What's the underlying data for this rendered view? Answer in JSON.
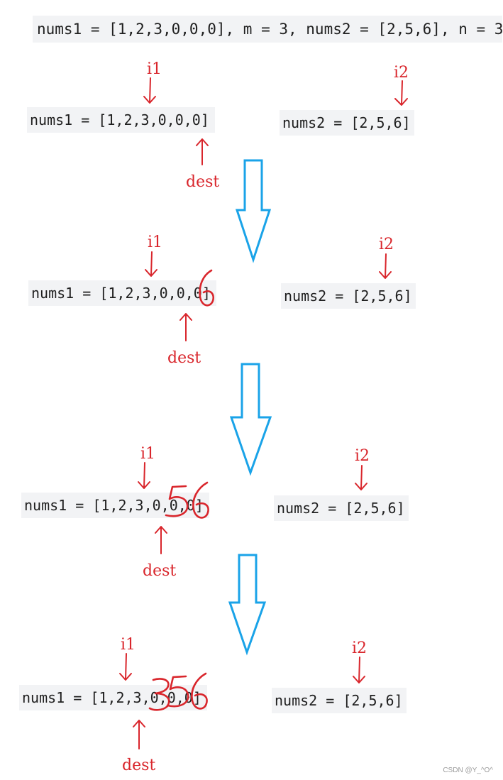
{
  "header": {
    "text": "nums1 = [1,2,3,0,0,0], m = 3, nums2 = [2,5,6], n = 3"
  },
  "steps": [
    {
      "nums1": "nums1 = [1,2,3,0,0,0]",
      "nums2": "nums2 = [2,5,6]",
      "i1": "i1",
      "i2": "i2",
      "dest": "dest"
    },
    {
      "nums1": "nums1 = [1,2,3,0,0,0]",
      "nums2": "nums2 = [2,5,6]",
      "i1": "i1",
      "i2": "i2",
      "dest": "dest",
      "handwritten": "6"
    },
    {
      "nums1": "nums1 = [1,2,3,0,0,0]",
      "nums2": "nums2 = [2,5,6]",
      "i1": "i1",
      "i2": "i2",
      "dest": "dest",
      "handwritten": "56"
    },
    {
      "nums1": "nums1 = [1,2,3,0,0,0]",
      "nums2": "nums2 = [2,5,6]",
      "i1": "i1",
      "i2": "i2",
      "dest": "dest",
      "handwritten": "356"
    }
  ],
  "watermark": "CSDN @Y_^O^",
  "colors": {
    "annotation": "#d9262c",
    "flow_arrow": "#1aa3e8",
    "code_bg": "#f2f3f5"
  }
}
